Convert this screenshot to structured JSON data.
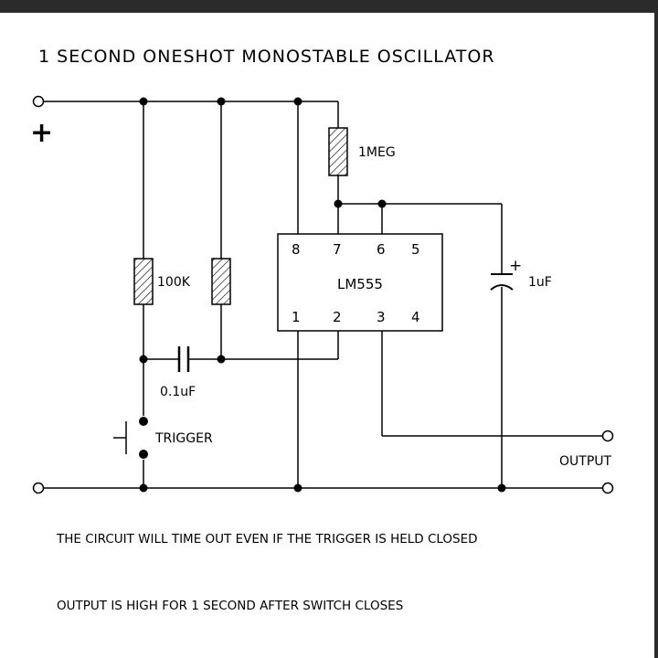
{
  "title": "1 SECOND ONESHOT MONOSTABLE OSCILLATOR",
  "components": {
    "plus_sign": "+",
    "r_top": "1MEG",
    "r_left": "100K",
    "c_trigger": "0.1uF",
    "c_timing": "1uF",
    "c_timing_polarity": "+",
    "ic_name": "LM555",
    "pins_top": [
      "8",
      "7",
      "6",
      "5"
    ],
    "pins_bottom": [
      "1",
      "2",
      "3",
      "4"
    ],
    "switch": "TRIGGER",
    "output": "OUTPUT"
  },
  "notes": [
    "THE CIRCUIT WILL TIME OUT EVEN IF THE TRIGGER IS HELD CLOSED",
    "OUTPUT IS HIGH FOR 1 SECOND AFTER SWITCH CLOSES"
  ],
  "colors": {
    "line": "#000000",
    "frame": "#2b2b2b",
    "background": "#ffffff"
  }
}
